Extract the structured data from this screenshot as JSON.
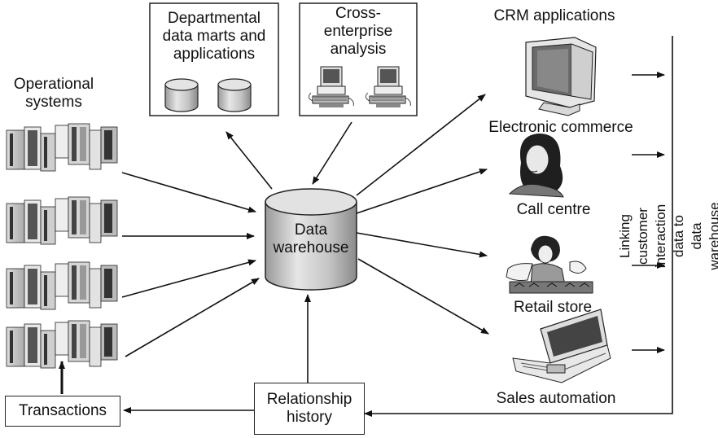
{
  "operational": {
    "title": "Operational\nsystems"
  },
  "departmental": {
    "title": "Departmental\ndata marts and\napplications"
  },
  "cross": {
    "title": "Cross-\nenterprise\nanalysis"
  },
  "warehouse": {
    "title": "Data\nwarehouse"
  },
  "crm": {
    "title": "CRM applications",
    "channels": [
      "Electronic commerce",
      "Call centre",
      "Retail store",
      "Sales automation"
    ]
  },
  "transactions": {
    "label": "Transactions"
  },
  "relationship": {
    "label": "Relationship\nhistory"
  },
  "side_label": "Linking customer interaction data to data\nwarehouse and operational systems"
}
